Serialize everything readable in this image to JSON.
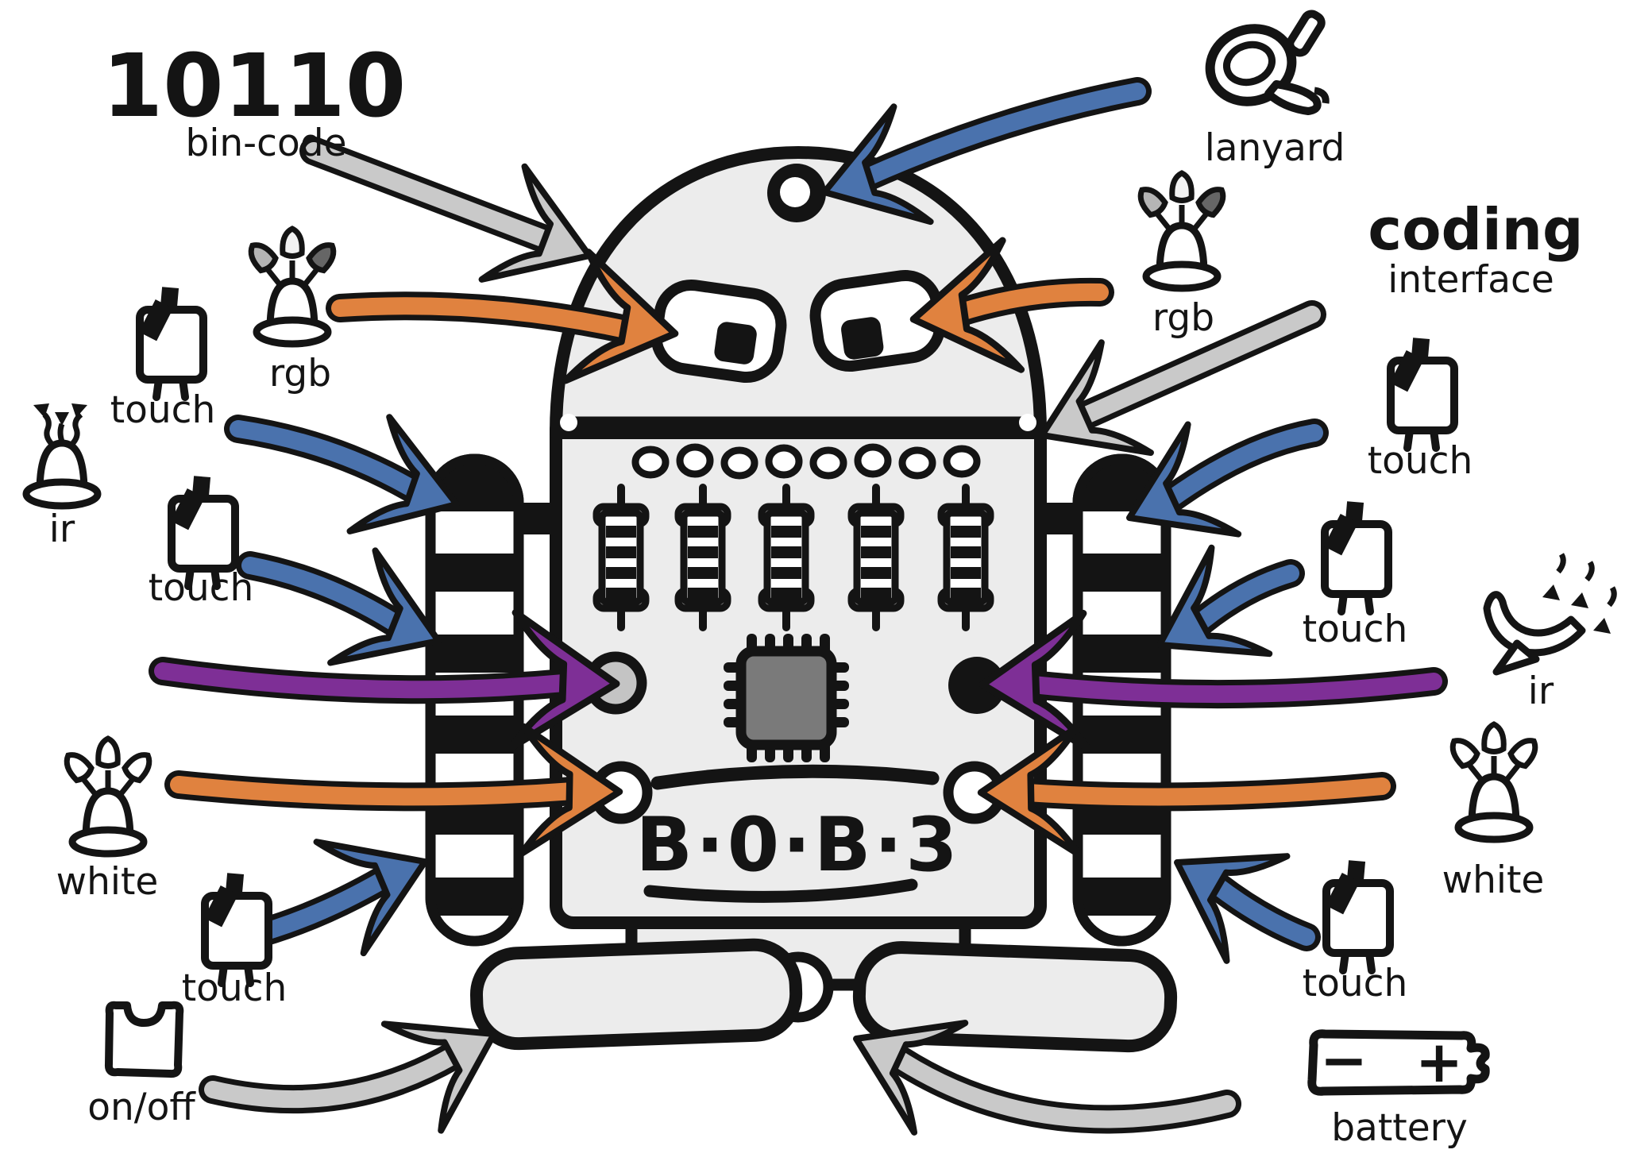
{
  "title": "BOB3 robot features diagram",
  "labels": {
    "bin_code_number": "10110",
    "bin_code": "bin-code",
    "lanyard": "lanyard",
    "coding": "coding",
    "interface": "interface",
    "rgb": "rgb",
    "touch": "touch",
    "ir": "ir",
    "white": "white",
    "on_off": "on/off",
    "battery": "battery",
    "battery_minus": "−",
    "battery_plus": "+"
  },
  "robot": {
    "name_plate": "B·0·B·3",
    "parts": [
      "lanyard-hole",
      "eyes",
      "contact-pads",
      "resistors",
      "microcontroller-chip",
      "ir-led-holes",
      "white-led-holes",
      "striped-arms",
      "feet"
    ]
  },
  "icons": [
    "lanyard-clasp-icon",
    "rgb-led-icon",
    "white-led-icon",
    "ir-led-icon",
    "ir-dish-icon",
    "touch-sensor-icon",
    "on-off-switch-icon",
    "battery-icon",
    "chip-icon",
    "resistor-icon"
  ],
  "colors": {
    "arrow_blue": "#4a72ad",
    "arrow_orange": "#e0823f",
    "arrow_purple": "#7e2f96",
    "arrow_gray": "#c9c9c9",
    "robot_fill": "#ececec",
    "chip_fill": "#7a7a7a",
    "outline": "#141414"
  }
}
